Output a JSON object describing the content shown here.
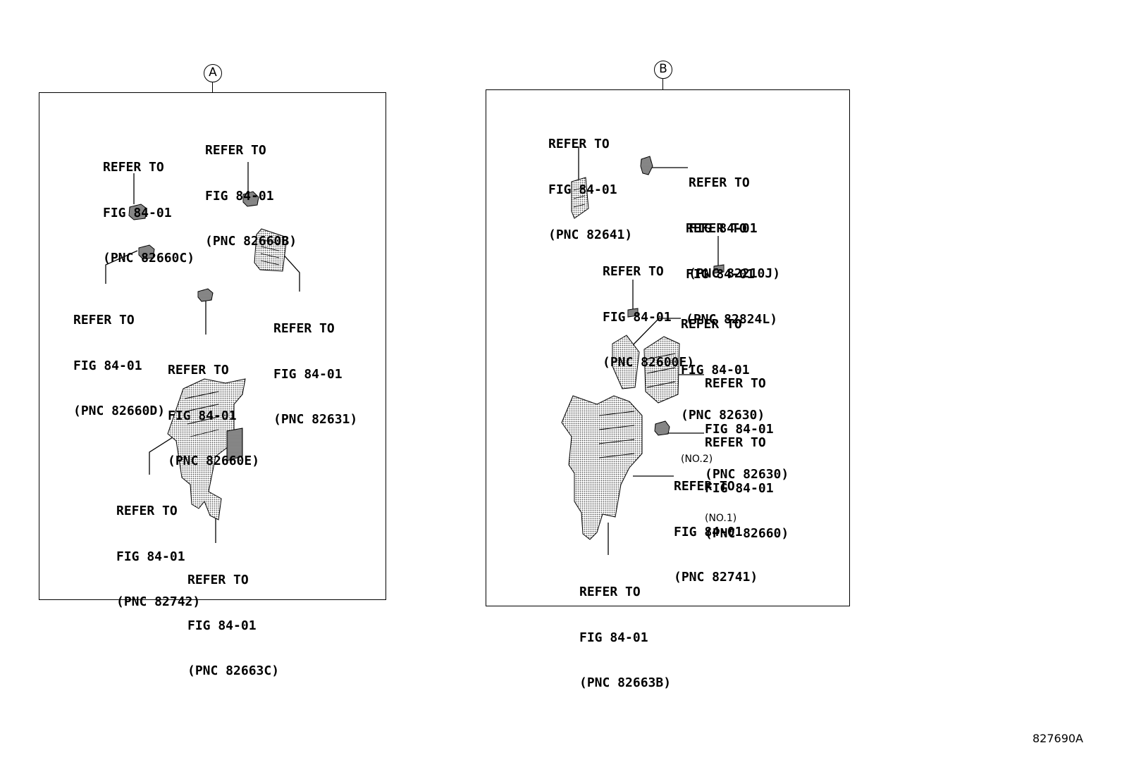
{
  "panels": [
    {
      "id": "A",
      "label": "A",
      "callouts": [
        {
          "line1": "REFER TO",
          "line2": "FIG 84-01",
          "line3": "(PNC 82660C)"
        },
        {
          "line1": "REFER TO",
          "line2": "FIG 84-01",
          "line3": "(PNC 82660B)"
        },
        {
          "line1": "REFER TO",
          "line2": "FIG 84-01",
          "line3": "(PNC 82660D)"
        },
        {
          "line1": "REFER TO",
          "line2": "FIG 84-01",
          "line3": "(PNC 82631)"
        },
        {
          "line1": "REFER TO",
          "line2": "FIG 84-01",
          "line3": "(PNC 82660E)"
        },
        {
          "line1": "REFER TO",
          "line2": "FIG 84-01",
          "line3": "(PNC 82742)"
        },
        {
          "line1": "REFER TO",
          "line2": "FIG 84-01",
          "line3": "(PNC 82663C)"
        }
      ]
    },
    {
      "id": "B",
      "label": "B",
      "callouts": [
        {
          "line1": "REFER TO",
          "line2": "FIG 84-01",
          "line3": "(PNC 82641)"
        },
        {
          "line1": "REFER TO",
          "line2": "FIG 84-01",
          "line3": "(PNC 82210J)"
        },
        {
          "line1": "REFER TO",
          "line2": "FIG 84-01",
          "line3": "(PNC 82824L)"
        },
        {
          "line1": "REFER TO",
          "line2": "FIG 84-01",
          "line3": "(PNC 82600F)"
        },
        {
          "line1": "REFER TO",
          "line2": "FIG 84-01",
          "line3": "(PNC 82630)",
          "note": "(NO.2)"
        },
        {
          "line1": "REFER TO",
          "line2": "FIG 84-01",
          "line3": "(PNC 82630)",
          "note": "(NO.1)"
        },
        {
          "line1": "REFER TO",
          "line2": "FIG 84-01",
          "line3": "(PNC 82660)"
        },
        {
          "line1": "REFER TO",
          "line2": "FIG 84-01",
          "line3": "(PNC 82741)"
        },
        {
          "line1": "REFER TO",
          "line2": "FIG 84-01",
          "line3": "(PNC 82663B)"
        }
      ]
    }
  ],
  "figure_code": "827690A"
}
